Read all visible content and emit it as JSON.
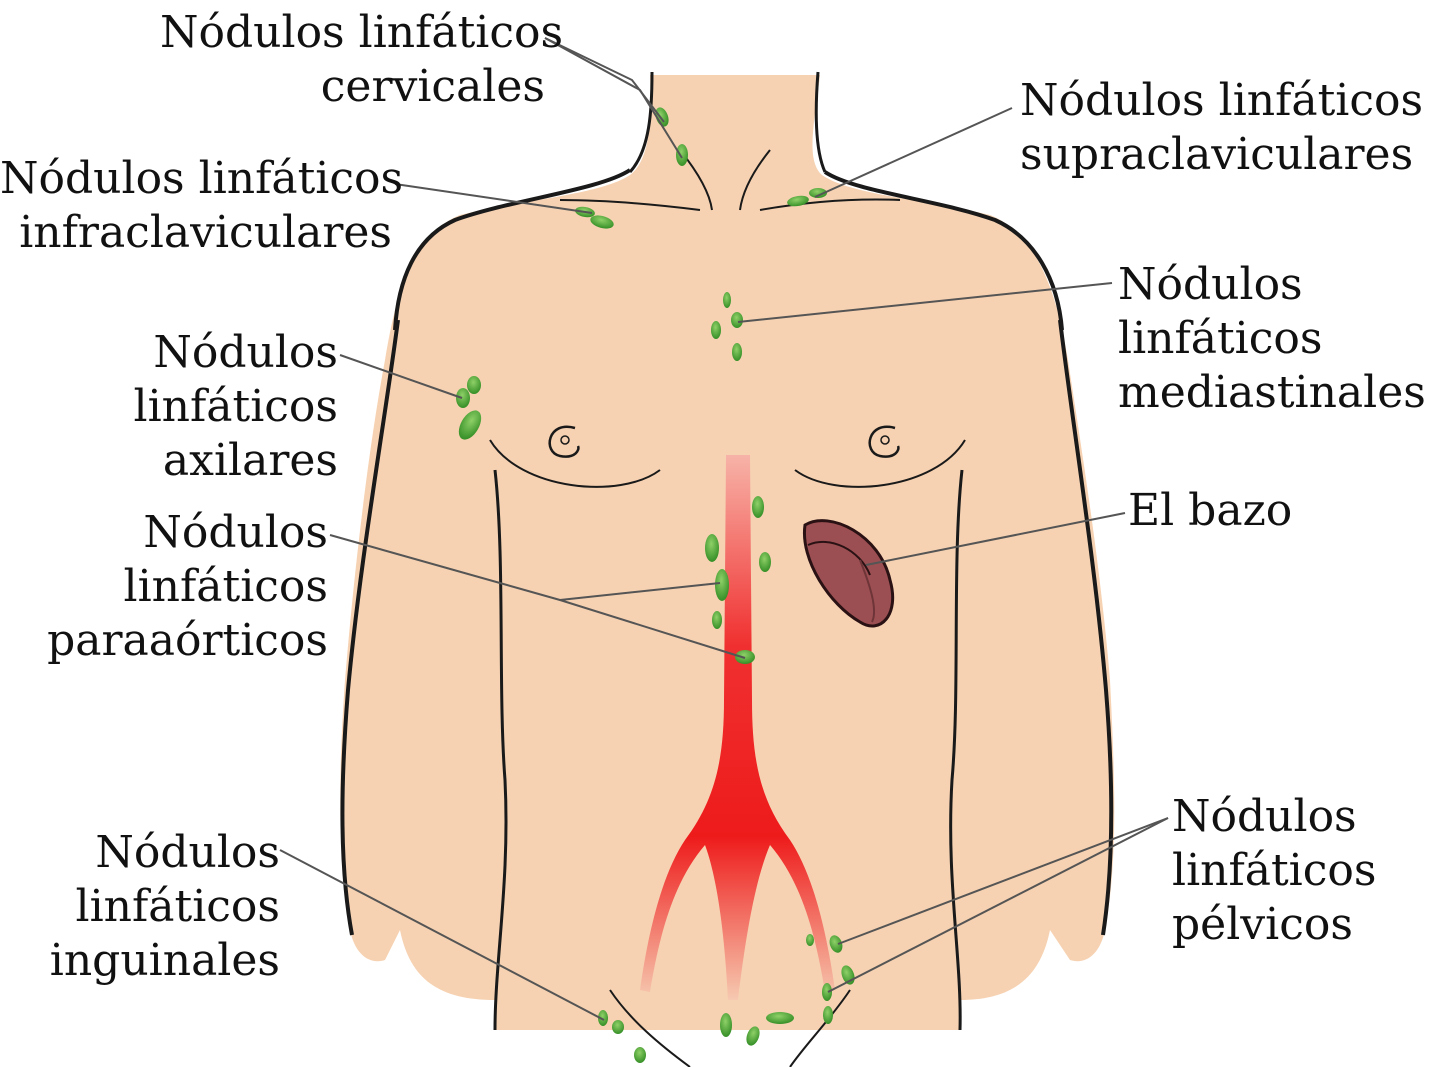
{
  "labels": {
    "cervicales": [
      "Nódulos linfáticos",
      "cervicales"
    ],
    "supraclaviculares": [
      "Nódulos linfáticos",
      "supraclaviculares"
    ],
    "infraclaviculares": [
      "Nódulos linfáticos",
      "infraclaviculares"
    ],
    "mediastinales": [
      "Nódulos",
      "linfáticos",
      "mediastinales"
    ],
    "axilares": [
      "Nódulos",
      "linfáticos",
      "axilares"
    ],
    "bazo": [
      "El bazo"
    ],
    "paraaorticos": [
      "Nódulos",
      "linfáticos",
      "paraaórticos"
    ],
    "pelvicos": [
      "Nódulos",
      "linfáticos",
      "pélvicos"
    ],
    "inguinales": [
      "Nódulos",
      "linfáticos",
      "inguinales"
    ]
  },
  "colors": {
    "skin": "#f6d2b2",
    "outline": "#1a1a1a",
    "node": "#3f9a2c",
    "node_highlight": "#7fc65a",
    "aorta": "#ee1b1b",
    "spleen": "#9c4f52",
    "leader": "#555555"
  }
}
